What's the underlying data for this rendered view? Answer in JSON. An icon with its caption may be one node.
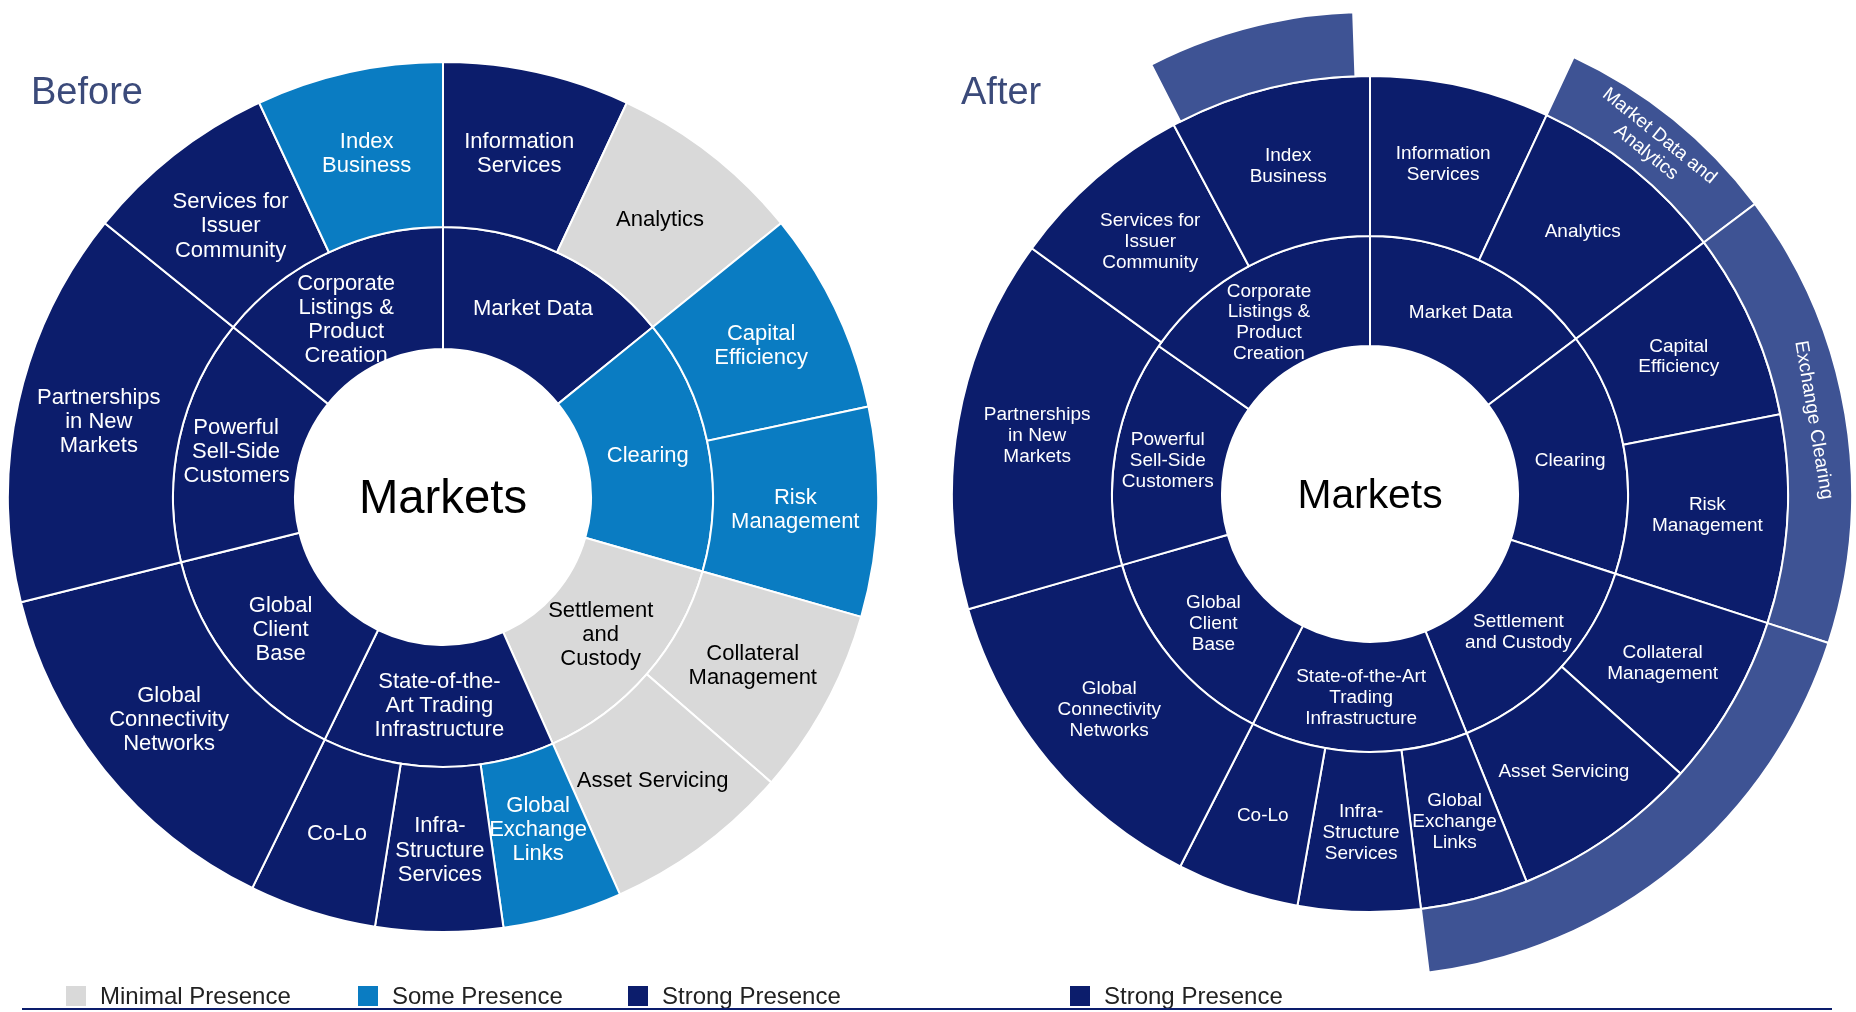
{
  "diagram": {
    "nodes": [
      {
        "text": [
          "Markets"
        ]
      },
      {
        "text": [
          "Market Data"
        ]
      },
      {
        "text": [
          "Clearing"
        ]
      },
      {
        "text": [
          "Settlement and Custody"
        ]
      },
      {
        "text": [
          "State-of-the-Art Trading Infrastructure"
        ]
      },
      {
        "text": [
          "Global Client Base"
        ]
      },
      {
        "text": [
          "Powerful Sell-Side Customers"
        ]
      },
      {
        "text": [
          "Corporate Listings & Product Creation"
        ]
      },
      {
        "text": [
          "Information Services"
        ]
      },
      {
        "text": [
          "Analytics"
        ]
      },
      {
        "text": [
          "Capital Efficiency"
        ]
      },
      {
        "text": [
          "Risk Management"
        ]
      },
      {
        "text": [
          "Collateral Management"
        ]
      },
      {
        "text": [
          "Asset Servicing"
        ]
      },
      {
        "text": [
          "Global Exchange Links"
        ]
      },
      {
        "text": [
          "Infra-Structure Services"
        ]
      },
      {
        "text": [
          "Co-Lo"
        ]
      },
      {
        "text": [
          "Global Connectivity Networks"
        ]
      },
      {
        "text": [
          "Partnerships in New Markets"
        ]
      },
      {
        "text": [
          "Services for Issuer Community"
        ]
      },
      {
        "text": [
          "Index Business"
        ]
      },
      {
        "text": [
          "Markets"
        ]
      },
      {
        "text": [
          "Market Data"
        ]
      },
      {
        "text": [
          "Clearing"
        ]
      },
      {
        "text": [
          "Settlement and Custody"
        ]
      },
      {
        "text": [
          "State-of-the-Art Trading Infrastructure"
        ]
      },
      {
        "text": [
          "Global Client Base"
        ]
      },
      {
        "text": [
          "Powerful Sell-Side Customers"
        ]
      },
      {
        "text": [
          "Corporate Listings & Product Creation"
        ]
      },
      {
        "text": [
          "Information Services"
        ]
      },
      {
        "text": [
          "Analytics"
        ]
      },
      {
        "text": [
          "Capital Efficiency"
        ]
      },
      {
        "text": [
          "Risk Management"
        ]
      },
      {
        "text": [
          "Collateral Management"
        ]
      },
      {
        "text": [
          "Asset Servicing"
        ]
      },
      {
        "text": [
          "Global Exchange Links"
        ]
      },
      {
        "text": [
          "Infra-Structure Services"
        ]
      },
      {
        "text": [
          "Co-Lo"
        ]
      },
      {
        "text": [
          "Global Connectivity Networks"
        ]
      },
      {
        "text": [
          "Partnerships in New Markets"
        ]
      },
      {
        "text": [
          "Services for Issuer Community"
        ]
      },
      {
        "text": [
          "Index Business"
        ]
      },
      {
        "text": [],
        "shape": "band"
      },
      {
        "text": [
          "Market Data and Analytics"
        ]
      },
      {
        "text": [
          "Exchange Clearing"
        ]
      },
      {
        "text": [],
        "shape": "band"
      }
    ],
    "edges": [],
    "labels": [
      "Before",
      "After"
    ],
    "legend": [
      {
        "text": "Minimal Presence",
        "color": "#d9d9d9"
      },
      {
        "text": "Some Presence",
        "color": "#0a7cc2"
      },
      {
        "text": "Strong Presence",
        "color": "#0c1d6c"
      },
      {
        "text": "Strong Presence",
        "color": "#0c1d6c"
      }
    ]
  }
}
